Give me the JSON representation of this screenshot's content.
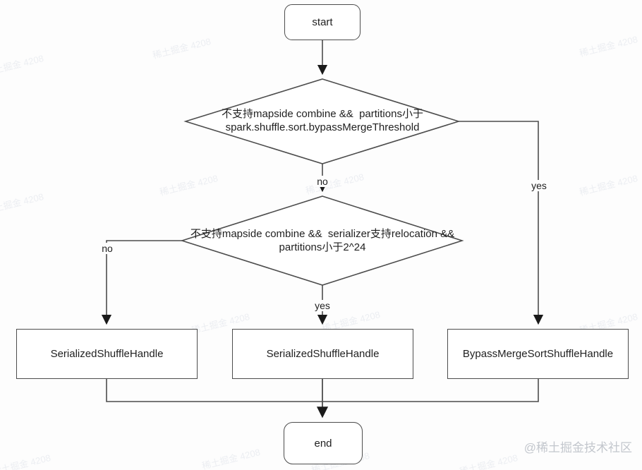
{
  "flowchart": {
    "start_label": "start",
    "end_label": "end",
    "decision1": {
      "line1": "不支持mapside combine &&  partitions小于",
      "line2": "spark.shuffle.sort.bypassMergeThreshold"
    },
    "decision2": {
      "line1": "不支持mapside combine &&  serializer支持relocation &&",
      "line2": "partitions小于2^24"
    },
    "boxes": {
      "left": "SerializedShuffleHandle",
      "middle": "SerializedShuffleHandle",
      "right": "BypassMergeSortShuffleHandle"
    },
    "edge_labels": {
      "decision1_no": "no",
      "decision1_yes": "yes",
      "decision2_no": "no",
      "decision2_yes": "yes"
    }
  },
  "watermark": {
    "corner": "@稀土掘金技术社区",
    "tile_text": "稀土掘金 4208"
  },
  "colors": {
    "line": "#4d4d4d",
    "arrow": "#1a1a1a",
    "text": "#1f1f1f",
    "background": "#fdfdfd",
    "watermark_tile": "#eceef2",
    "watermark_corner": "#c3c7cd"
  }
}
